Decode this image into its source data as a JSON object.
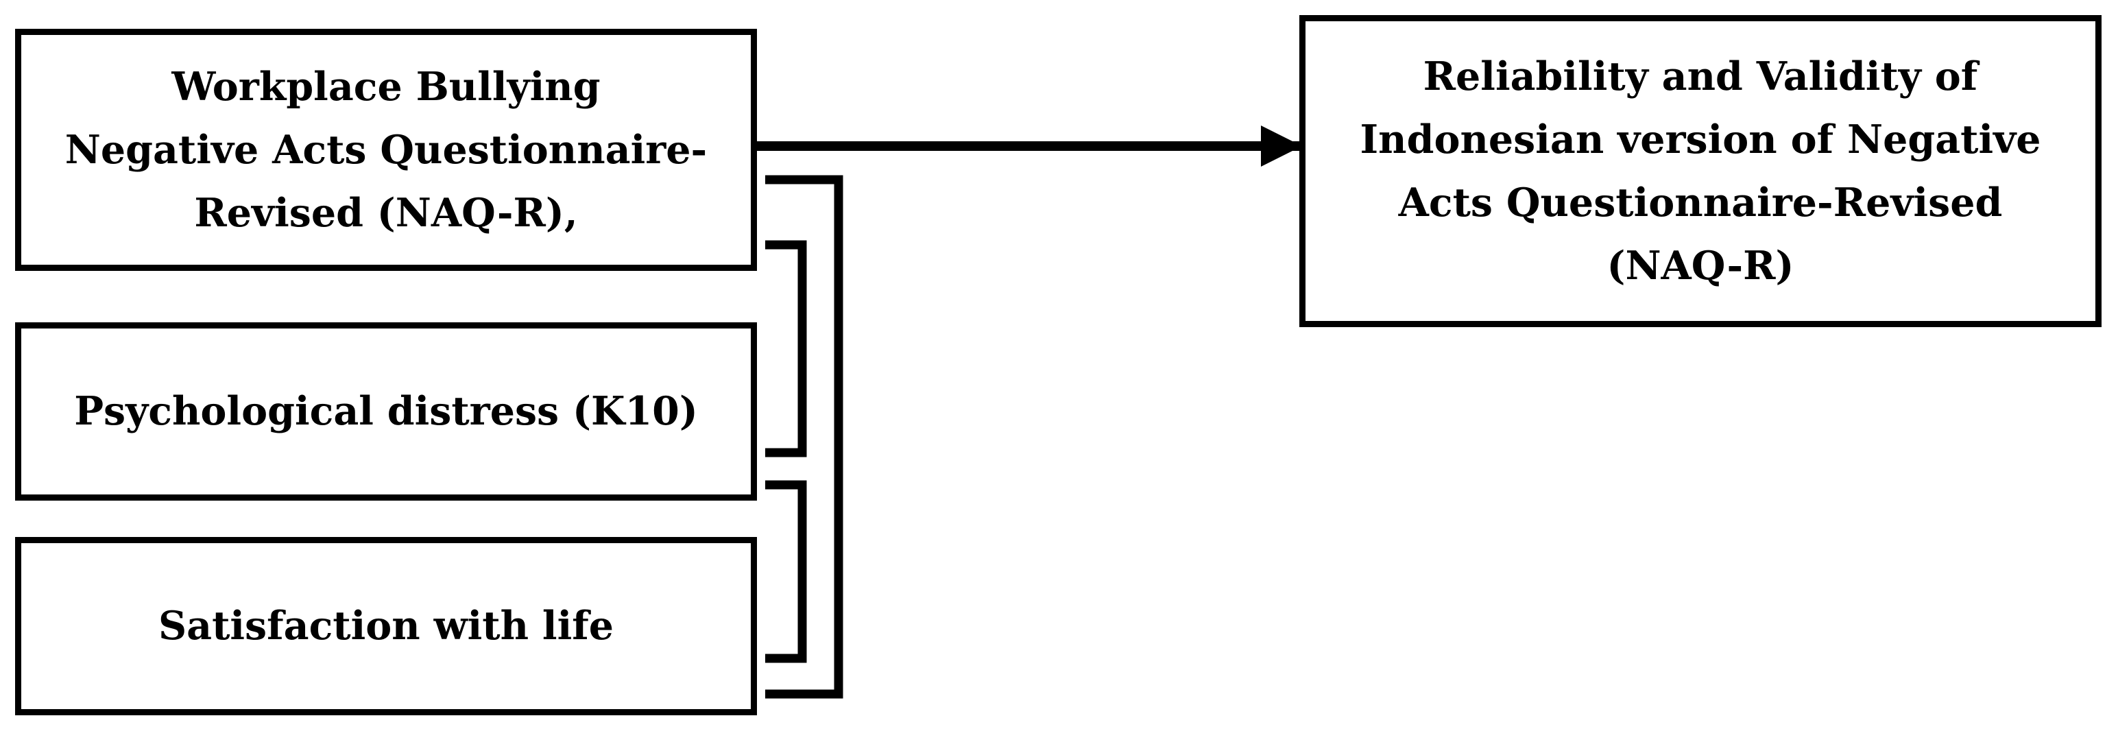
{
  "diagram": {
    "nodes": [
      {
        "id": "workplace-bullying",
        "lines": [
          "Workplace Bullying",
          "Negative Acts Questionnaire-",
          "Revised (NAQ-R),"
        ]
      },
      {
        "id": "psychological-distress",
        "lines": [
          "Psychological distress (K10)"
        ]
      },
      {
        "id": "satisfaction-with-life",
        "lines": [
          "Satisfaction with life"
        ]
      },
      {
        "id": "reliability-validity",
        "lines": [
          "Reliability and Validity of",
          "Indonesian version of Negative",
          "Acts Questionnaire-Revised",
          "(NAQ-R)"
        ]
      }
    ],
    "edges": [
      {
        "from": "workplace-bullying",
        "to": "reliability-validity",
        "type": "arrow"
      },
      {
        "from": "workplace-bullying",
        "to": "satisfaction-with-life",
        "type": "bracket"
      },
      {
        "from": "workplace-bullying",
        "to": "psychological-distress",
        "type": "bracket"
      },
      {
        "from": "psychological-distress",
        "to": "satisfaction-with-life",
        "type": "bracket"
      }
    ]
  }
}
